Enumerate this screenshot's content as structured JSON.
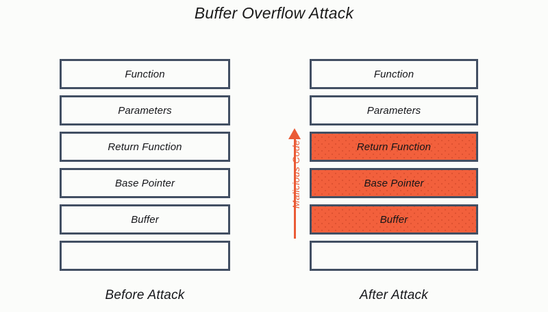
{
  "title": "Buffer Overflow Attack",
  "theme": {
    "background": "#fbfcfa",
    "frame_border": "#424f63",
    "frame_fill": "#fbfcfa",
    "overwritten_fill": "#f2603c",
    "overwritten_dots": "#d84e2d",
    "arrow": "#ea5b36",
    "text": "#15161a"
  },
  "columns": [
    {
      "id": "before",
      "caption": "Before Attack",
      "frames": [
        {
          "label": "Function",
          "state": "normal"
        },
        {
          "label": "Parameters",
          "state": "normal"
        },
        {
          "label": "Return Function",
          "state": "normal"
        },
        {
          "label": "Base Pointer",
          "state": "normal"
        },
        {
          "label": "Buffer",
          "state": "normal"
        },
        {
          "label": "",
          "state": "normal"
        }
      ]
    },
    {
      "id": "after",
      "caption": "After Attack",
      "frames": [
        {
          "label": "Function",
          "state": "normal"
        },
        {
          "label": "Parameters",
          "state": "normal"
        },
        {
          "label": "Return Function",
          "state": "overwritten"
        },
        {
          "label": "Base Pointer",
          "state": "overwritten"
        },
        {
          "label": "Buffer",
          "state": "overwritten"
        },
        {
          "label": "",
          "state": "normal"
        }
      ]
    }
  ],
  "annotation": {
    "label": "Malicious Code",
    "direction": "up",
    "icon": "up-arrow-icon"
  }
}
